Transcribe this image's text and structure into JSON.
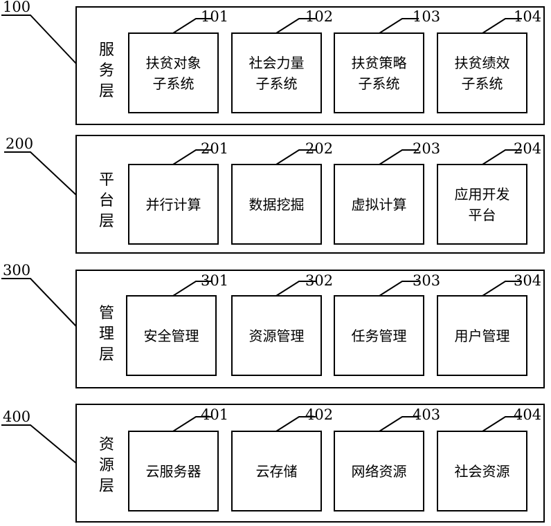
{
  "layers": [
    {
      "id": "100",
      "name": "服务层",
      "modules": [
        {
          "id": "101",
          "label": "扶贫对象\n子系统"
        },
        {
          "id": "102",
          "label": "社会力量\n子系统"
        },
        {
          "id": "103",
          "label": "扶贫策略\n子系统"
        },
        {
          "id": "104",
          "label": "扶贫绩效\n子系统"
        }
      ]
    },
    {
      "id": "200",
      "name": "平台层",
      "modules": [
        {
          "id": "201",
          "label": "并行计算"
        },
        {
          "id": "202",
          "label": "数据挖掘"
        },
        {
          "id": "203",
          "label": "虚拟计算"
        },
        {
          "id": "204",
          "label": "应用开发\n平台"
        }
      ]
    },
    {
      "id": "300",
      "name": "管理层",
      "modules": [
        {
          "id": "301",
          "label": "安全管理"
        },
        {
          "id": "302",
          "label": "资源管理"
        },
        {
          "id": "303",
          "label": "任务管理"
        },
        {
          "id": "304",
          "label": "用户管理"
        }
      ]
    },
    {
      "id": "400",
      "name": "资源层",
      "modules": [
        {
          "id": "401",
          "label": "云服务器"
        },
        {
          "id": "402",
          "label": "云存储"
        },
        {
          "id": "403",
          "label": "网络资源"
        },
        {
          "id": "404",
          "label": "社会资源"
        }
      ]
    }
  ]
}
